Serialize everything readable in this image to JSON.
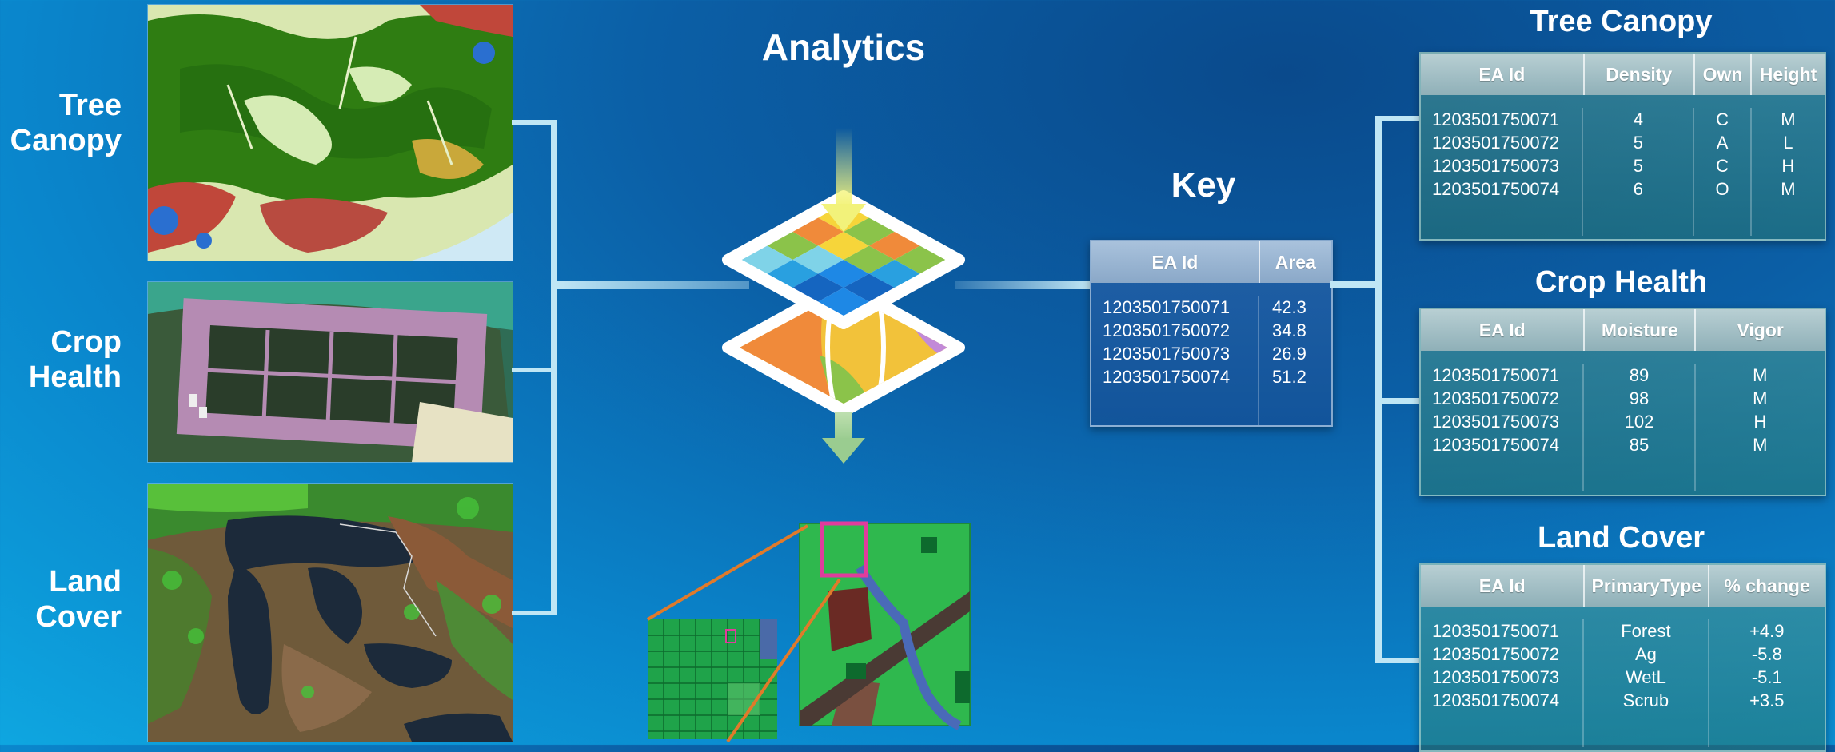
{
  "inputs": [
    {
      "label_line1": "Tree",
      "label_line2": "Canopy"
    },
    {
      "label_line1": "Crop",
      "label_line2": "Health"
    },
    {
      "label_line1": "Land",
      "label_line2": "Cover"
    }
  ],
  "analytics": {
    "title": "Analytics"
  },
  "key": {
    "title": "Key",
    "columns": [
      "EA Id",
      "Area"
    ],
    "rows": [
      [
        "1203501750071",
        "42.3"
      ],
      [
        "1203501750072",
        "34.8"
      ],
      [
        "1203501750073",
        "26.9"
      ],
      [
        "1203501750074",
        "51.2"
      ]
    ]
  },
  "outputs": {
    "tree_canopy": {
      "title": "Tree Canopy",
      "columns": [
        "EA Id",
        "Density",
        "Own",
        "Height"
      ],
      "rows": [
        [
          "1203501750071",
          "4",
          "C",
          "M"
        ],
        [
          "1203501750072",
          "5",
          "A",
          "L"
        ],
        [
          "1203501750073",
          "5",
          "C",
          "H"
        ],
        [
          "1203501750074",
          "6",
          "O",
          "M"
        ]
      ]
    },
    "crop_health": {
      "title": "Crop Health",
      "columns": [
        "EA Id",
        "Moisture",
        "Vigor"
      ],
      "rows": [
        [
          "1203501750071",
          "89",
          "M"
        ],
        [
          "1203501750072",
          "98",
          "M"
        ],
        [
          "1203501750073",
          "102",
          "H"
        ],
        [
          "1203501750074",
          "85",
          "M"
        ]
      ]
    },
    "land_cover": {
      "title": "Land Cover",
      "columns": [
        "EA Id",
        "PrimaryType",
        "% change"
      ],
      "rows": [
        [
          "1203501750071",
          "Forest",
          "+4.9"
        ],
        [
          "1203501750072",
          "Ag",
          "-5.8"
        ],
        [
          "1203501750073",
          "WetL",
          "-5.1"
        ],
        [
          "1203501750074",
          "Scrub",
          "+3.5"
        ]
      ]
    }
  }
}
